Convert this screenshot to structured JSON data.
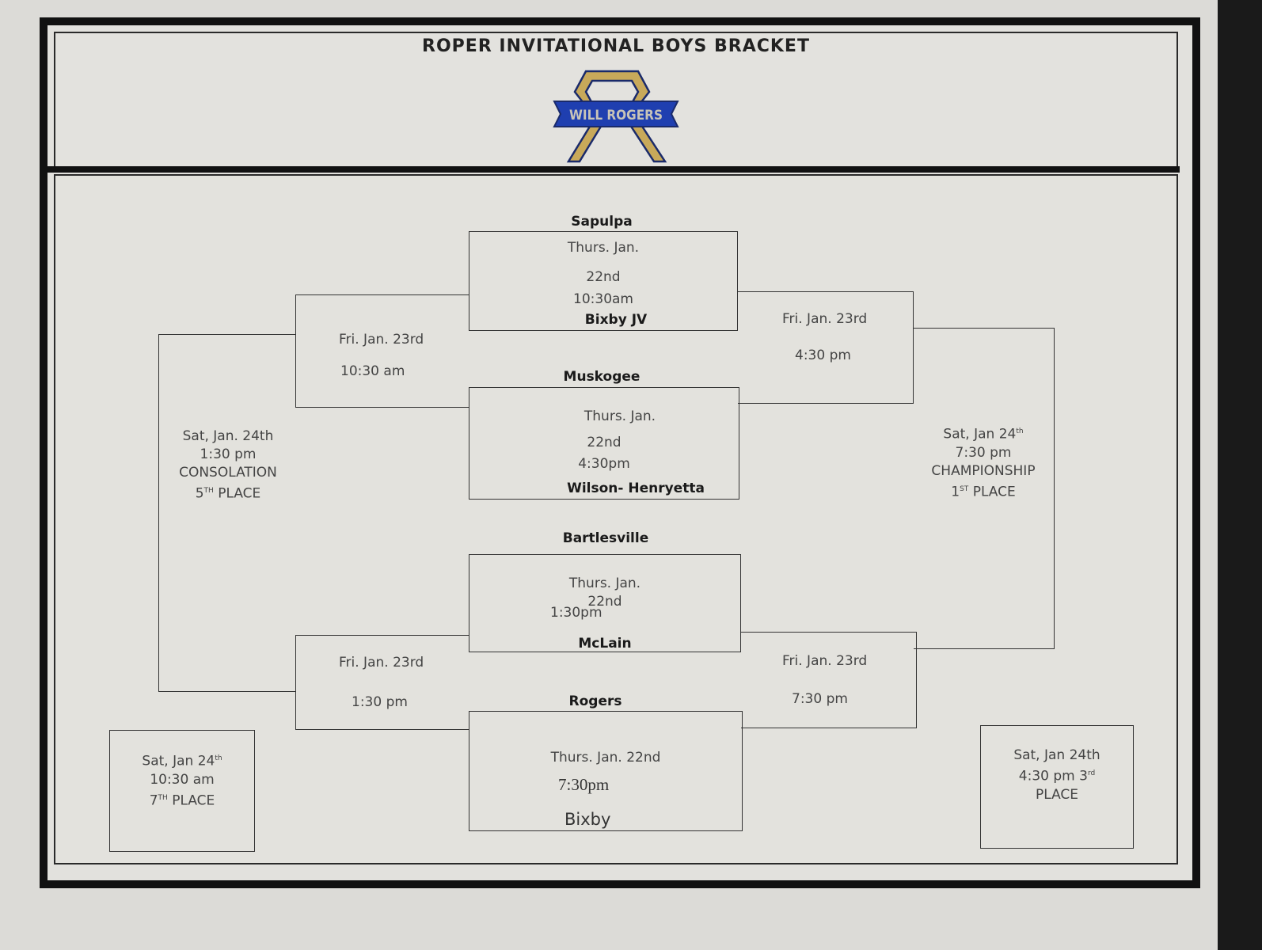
{
  "title": "ROPER INVITATIONAL BOYS BRACKET",
  "logo": {
    "icon": "will-rogers-logo",
    "banner_text": "WILL ROGERS",
    "colors": {
      "gold": "#c8a95a",
      "blue": "#1f3fb0",
      "navy": "#1a2a6a"
    }
  },
  "first_round": [
    {
      "team_top": "Sapulpa",
      "date_line1": "Thurs. Jan.",
      "date_line2": "22nd",
      "time": "10:30am",
      "team_bottom": "Bixby JV"
    },
    {
      "team_top": "Muskogee",
      "date_line1": "Thurs. Jan.",
      "date_line2": "22nd",
      "time": "4:30pm",
      "team_bottom": "Wilson- Henryetta"
    },
    {
      "team_top": "Bartlesville",
      "date_line1": "Thurs. Jan.",
      "date_line2": "22nd",
      "time": "1:30pm",
      "team_bottom": "McLain"
    },
    {
      "team_top": "Rogers",
      "date_line1": "Thurs. Jan. 22nd",
      "time": "7:30pm",
      "team_bottom": "Bixby"
    }
  ],
  "second_round": {
    "left_top": {
      "date": "Fri. Jan. 23rd",
      "time": "10:30 am"
    },
    "right_top": {
      "date": "Fri. Jan. 23rd",
      "time": "4:30 pm"
    },
    "left_bottom": {
      "date": "Fri. Jan. 23rd",
      "time": "1:30 pm"
    },
    "right_bottom": {
      "date": "Fri. Jan. 23rd",
      "time": "7:30 pm"
    }
  },
  "finals": {
    "consolation": {
      "date": "Sat, Jan. 24th",
      "time": "1:30 pm",
      "label": "CONSOLATION",
      "place_num": "5",
      "place_sup": "TH",
      "place_word": "PLACE"
    },
    "championship": {
      "date": "Sat, Jan 24",
      "date_sup": "th",
      "time": "7:30 pm",
      "label": "CHAMPIONSHIP",
      "place_num": "1",
      "place_sup": "ST",
      "place_word": "PLACE"
    },
    "seventh": {
      "date": "Sat, Jan 24",
      "date_sup": "th",
      "time": "10:30 am",
      "place_num": "7",
      "place_sup": "TH",
      "place_word": "PLACE"
    },
    "third": {
      "date": "Sat, Jan 24th",
      "time": "4:30 pm 3",
      "time_sup": "rd",
      "place_word": "PLACE"
    }
  }
}
